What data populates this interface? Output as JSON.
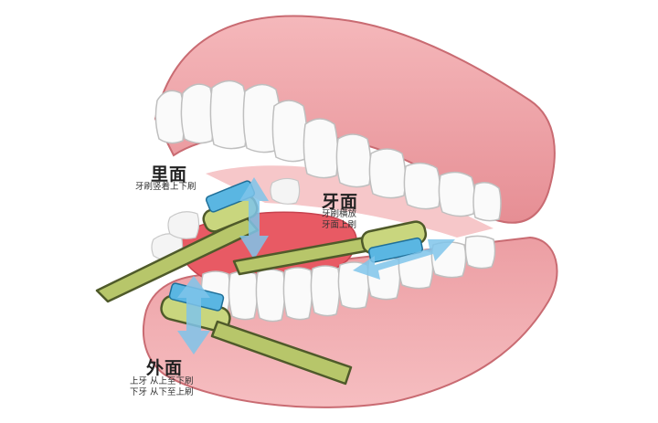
{
  "labels": {
    "inner": {
      "title": "里面",
      "desc": [
        "牙刷竖着上下刷"
      ]
    },
    "chewing": {
      "title": "牙面",
      "desc": [
        "牙刷横放",
        "牙面上刷"
      ]
    },
    "outer": {
      "title": "外面",
      "desc": [
        "上牙  从上至下刷",
        "下牙  从下至上刷"
      ]
    }
  },
  "colors": {
    "gum": "#f2a7ab",
    "gum_dark": "#df7f86",
    "tooth": "#fafafa",
    "tongue": "#e85a64",
    "brush_handle": "#b7c66a",
    "bristle": "#5ab6e2",
    "arrow": "#7fc4ea"
  }
}
